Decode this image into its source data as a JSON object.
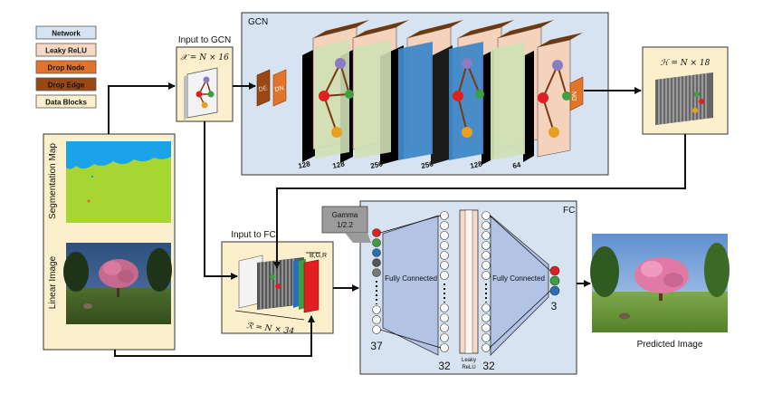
{
  "legend": {
    "items": [
      {
        "label": "Network",
        "color": "#d7e3f0"
      },
      {
        "label": "Leaky ReLU",
        "color": "#f8d9c6"
      },
      {
        "label": "Drop Node",
        "color": "#e2742a"
      },
      {
        "label": "Drop Edge",
        "color": "#9a4813"
      },
      {
        "label": "Data Blocks",
        "color": "#fbf0cb"
      }
    ]
  },
  "input_gcn": {
    "title": "Input to GCN",
    "formula": "𝒳 = N × 16"
  },
  "gcn": {
    "title": "GCN",
    "de_label": "DE",
    "dn_label": "DN",
    "dn_label_end": "DN",
    "layer_sizes": [
      "128",
      "128",
      "256",
      "256",
      "128",
      "64"
    ]
  },
  "output_gcn": {
    "formula": "ℋ = N × 18"
  },
  "images": {
    "seg_label": "Segmentation Map",
    "linear_label": "Linear Image"
  },
  "input_fc": {
    "title": "Input to FC",
    "formula": "ℛ = N × 34",
    "bgr": "B,G,R"
  },
  "fc": {
    "title": "FC",
    "gamma_line1": "Gamma",
    "gamma_line2": "1/2.2",
    "fc_label_1": "Fully Connected",
    "fc_label_2": "Fully Connected",
    "count_in": "37",
    "count_h1": "32",
    "count_h2": "32",
    "count_out": "3",
    "leaky_label": "Leaky ReLU"
  },
  "output": {
    "label": "Predicted Image"
  },
  "colors": {
    "network": "#d7e3f0",
    "data_block": "#fbf0cb",
    "drop_node": "#e2742a",
    "drop_edge": "#9a4813",
    "leaky": "#f8d9c6",
    "red": "#e02020",
    "green": "#3aa040",
    "blue": "#2a6fb5"
  }
}
